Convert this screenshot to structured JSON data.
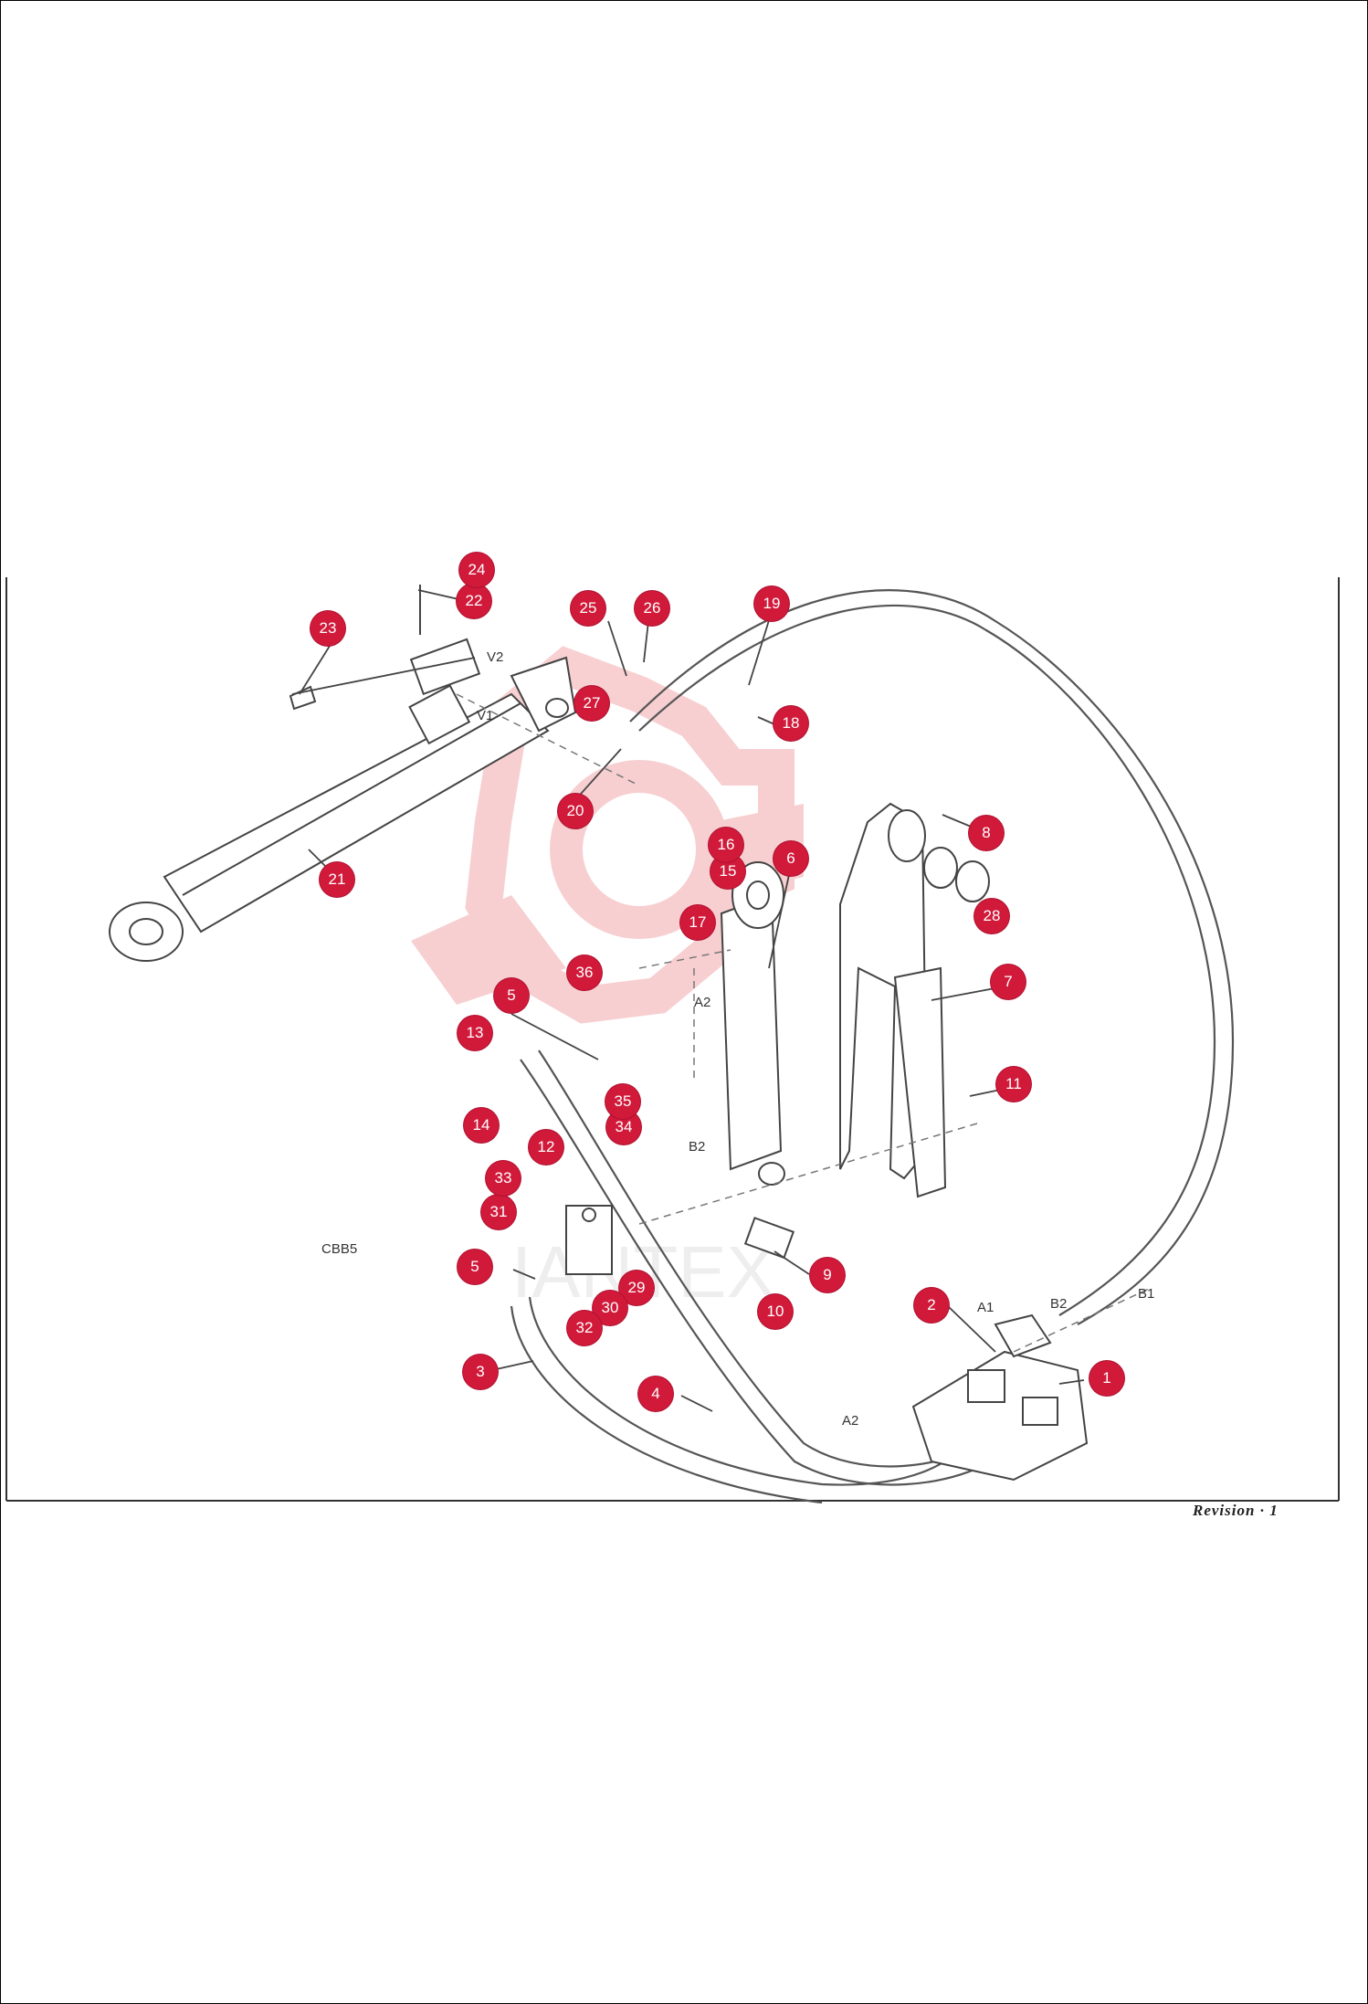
{
  "revision_label": "Revision · 1",
  "watermark_text": "IANTEX",
  "small_code": "CBB5",
  "colors": {
    "callout": "#d11a3a",
    "line": "#444444",
    "watermark": "#f4c6c8"
  },
  "ports": {
    "v1": "V1",
    "v2": "V2",
    "a1": "A1",
    "b1": "B1",
    "b2_valve": "B2",
    "a2_valve": "A2",
    "a2_cyl": "A2",
    "b2_cyl": "B2"
  },
  "callouts": [
    "1",
    "2",
    "3",
    "4",
    "5",
    "5",
    "6",
    "7",
    "8",
    "9",
    "10",
    "11",
    "12",
    "13",
    "14",
    "15",
    "16",
    "17",
    "18",
    "19",
    "20",
    "21",
    "22",
    "23",
    "24",
    "25",
    "26",
    "27",
    "28",
    "29",
    "30",
    "31",
    "32",
    "33",
    "34",
    "35",
    "36"
  ]
}
